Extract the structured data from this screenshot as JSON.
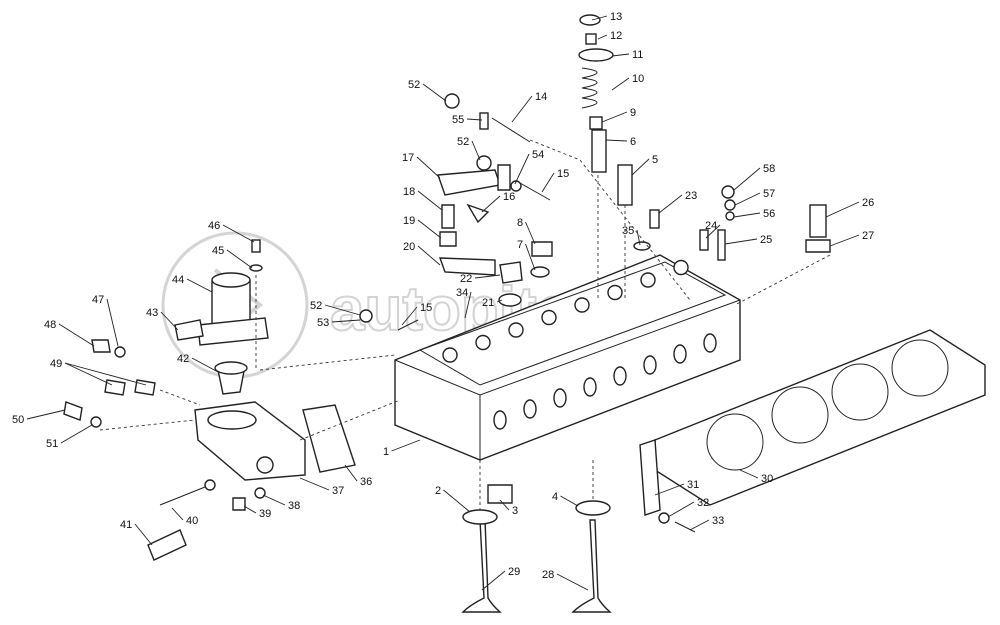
{
  "watermark": "autopiter.ru",
  "callouts": [
    "13",
    "12",
    "11",
    "10",
    "9",
    "6",
    "5",
    "58",
    "57",
    "56",
    "23",
    "24",
    "25",
    "26",
    "27",
    "35",
    "14",
    "55",
    "52",
    "52",
    "54",
    "15",
    "17",
    "16",
    "18",
    "19",
    "8",
    "7",
    "20",
    "22",
    "34",
    "21",
    "52",
    "53",
    "15",
    "46",
    "45",
    "44",
    "43",
    "42",
    "47",
    "48",
    "49",
    "50",
    "51",
    "1",
    "2",
    "3",
    "4",
    "36",
    "37",
    "38",
    "39",
    "40",
    "41",
    "29",
    "28",
    "31",
    "32",
    "33",
    "30"
  ]
}
